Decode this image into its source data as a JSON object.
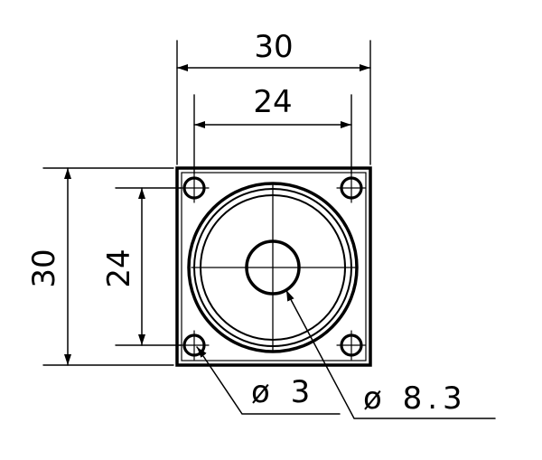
{
  "drawing": {
    "dimensions": {
      "overall_width": "30",
      "hole_spacing_width": "24",
      "overall_height": "30",
      "hole_spacing_height": "24"
    },
    "callouts": {
      "mounting_hole": "ø 3",
      "shaft_hole": "ø 8.3"
    }
  }
}
